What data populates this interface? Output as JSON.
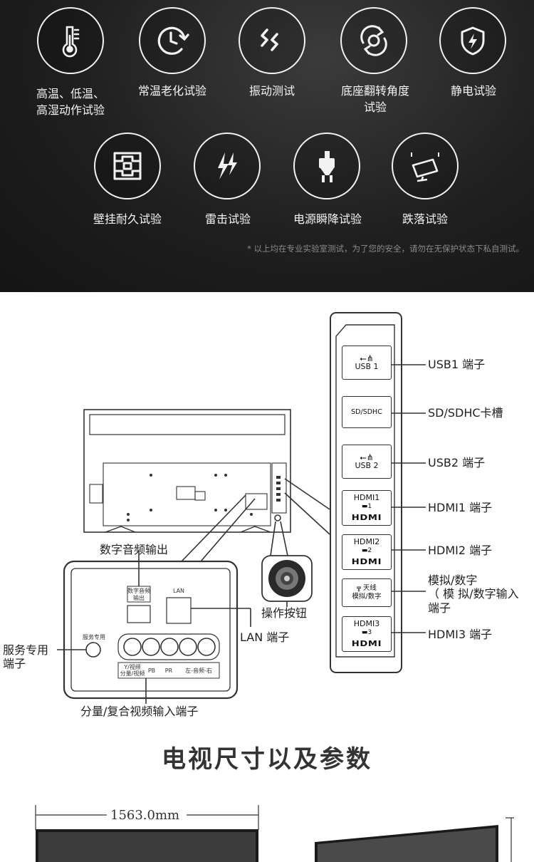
{
  "tests": {
    "row1": [
      {
        "label": "高温、低温、\n高湿动作试验",
        "icon": "thermometer-icon"
      },
      {
        "label": "常温老化试验",
        "icon": "clock-cycle-icon"
      },
      {
        "label": "振动测试",
        "icon": "vibration-icon"
      },
      {
        "label": "底座翻转角度\n试验",
        "icon": "rotate-icon"
      },
      {
        "label": "静电试验",
        "icon": "shield-lightning-icon"
      }
    ],
    "row2": [
      {
        "label": "壁挂耐久试验",
        "icon": "wall-mount-icon"
      },
      {
        "label": "雷击试验",
        "icon": "lightning-icon"
      },
      {
        "label": "电源瞬降试验",
        "icon": "power-plug-icon"
      },
      {
        "label": "跌落试验",
        "icon": "falling-tv-icon"
      }
    ],
    "note": "* 以上均在专业实验室测试，为了您的安全，请勿在无保护状态下私自测试。"
  },
  "ports": {
    "side_panel": [
      {
        "slot": "USB 1",
        "label": "USB1 端子"
      },
      {
        "slot": "SD/SDHC",
        "label": "SD/SDHC卡槽"
      },
      {
        "slot": "USB 2",
        "label": "USB2 端子"
      },
      {
        "slot": "HDMI1",
        "badge": "1",
        "label": "HDMI1 端子"
      },
      {
        "slot": "HDMI2",
        "badge": "2",
        "label": "HDMI2 端子"
      },
      {
        "slot_line1": "天线",
        "slot_line2": "模拟/数字",
        "label_line1": "模拟/数字",
        "label_line2": "（ 模 拟/数字输入",
        "label_line3": "端子"
      },
      {
        "slot": "HDMI3",
        "badge": "3",
        "label": "HDMI3 端子"
      }
    ],
    "hdmi_logo": "HDMI",
    "digital_audio_out": "数字音频输出",
    "digital_audio_small_line1": "数字音频",
    "digital_audio_small_line2": "输出",
    "lan_small": "LAN",
    "lan_label": "LAN 端子",
    "service_small": "服务专用",
    "service_label_line1": "服务专用",
    "service_label_line2": "端子",
    "av_small_left_line1": "Y/视频",
    "av_small_left_line2": "分量/视频",
    "av_small_pb": "PB",
    "av_small_pr": "PR",
    "av_small_right": "左-音频-右",
    "component_label": "分量/复合视频输入端子",
    "control_button_label": "操作按钮"
  },
  "size": {
    "title": "电视尺寸以及参数",
    "width": "1563.0mm"
  },
  "colors": {
    "dark_bg": "#1f1f1f",
    "line": "#333333"
  }
}
